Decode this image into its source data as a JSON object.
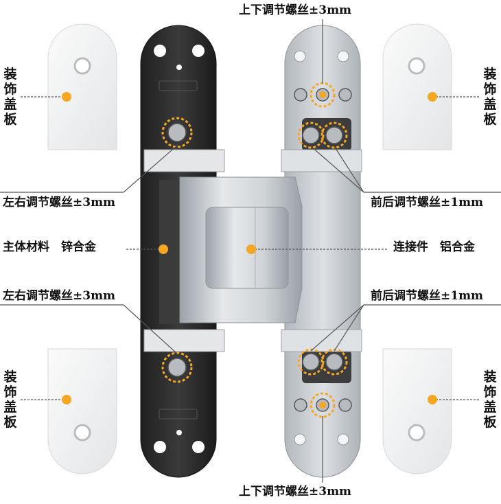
{
  "labels": {
    "cover_plate": "装饰盖板",
    "vertical_adjust": "上下调节螺丝±3mm",
    "lateral_adjust": "左右调节螺丝±3mm",
    "depth_adjust": "前后调节螺丝±1mm",
    "body_material": "主体材料　锌合金",
    "connector": "连接件　铝合金"
  },
  "colors": {
    "marker": "#f5a623",
    "leader_line": "#555555",
    "hinge_dark": "#2b2b2b",
    "hinge_silver": "#c9cdd1",
    "cover_plate": "#f2f3f4"
  }
}
